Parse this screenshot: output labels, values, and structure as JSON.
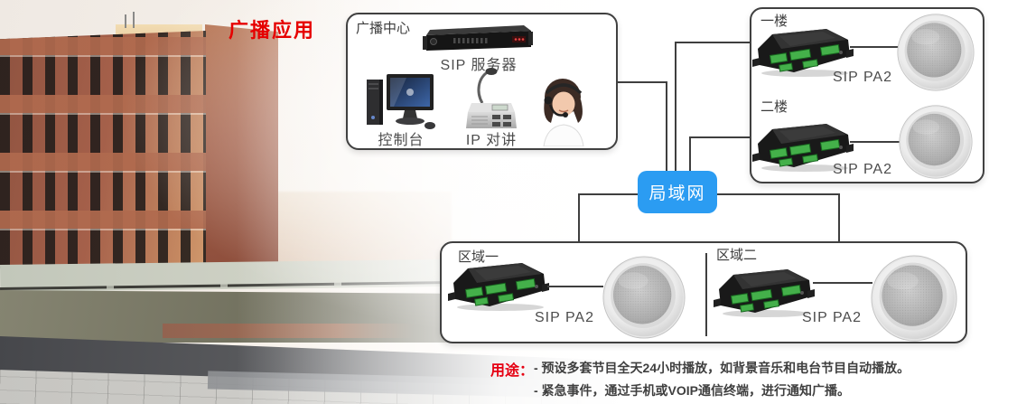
{
  "title": "广播应用",
  "colors": {
    "title_red": "#e60000",
    "usage_red": "#e60012",
    "lan_blue": "#2b9cf2",
    "line_gray": "#3f3f3f"
  },
  "broadcast_center": {
    "label": "广播中心",
    "server_label": "SIP 服务器",
    "console_label": "控制台",
    "intercom_label": "IP 对讲"
  },
  "lan": {
    "label": "局域网"
  },
  "floors": {
    "items": [
      {
        "label": "一楼",
        "device_label": "SIP PA2"
      },
      {
        "label": "二楼",
        "device_label": "SIP PA2"
      }
    ]
  },
  "zones": {
    "items": [
      {
        "label": "区域一",
        "device_label": "SIP PA2"
      },
      {
        "label": "区域二",
        "device_label": "SIP PA2"
      }
    ]
  },
  "usage": {
    "label": "用途：",
    "lines": [
      "- 预设多套节目全天24小时播放，如背景音乐和电台节目自动播放。",
      "- 紧急事件，通过手机或VOIP通信终端，进行通知广播。"
    ]
  }
}
